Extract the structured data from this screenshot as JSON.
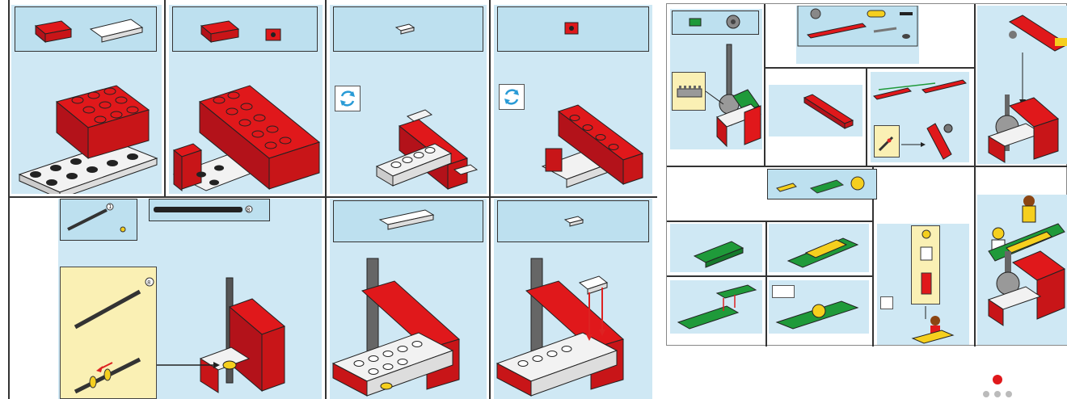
{
  "colors": {
    "panel_blue": "#cfe8f4",
    "header_blue": "#bde0ef",
    "brick_red": "#e0181b",
    "plate_green": "#1f9a3a",
    "tile_yellow": "#f5cf1e",
    "callout_yellow": "#faf0b4",
    "axle_gray": "#555555"
  },
  "left_sheet": {
    "steps": [
      {
        "parts": [
          "red-brick-2x4",
          "white-plate-2x6"
        ],
        "counts": []
      },
      {
        "parts": [
          "red-brick-2x4",
          "red-brick-1x1-technic"
        ],
        "counts": []
      },
      {
        "parts": [
          "white-plate-1x2"
        ],
        "counts": [],
        "rotate": true
      },
      {
        "parts": [
          "red-brick-1x1-technic"
        ],
        "counts": [],
        "rotate": true
      },
      {
        "parts": [
          "axle-short",
          "bush-yellow"
        ],
        "counts": [
          "1",
          "8"
        ],
        "callout_count": "8"
      },
      {
        "parts": [
          "white-plate-2x6"
        ],
        "counts": []
      },
      {
        "parts": [
          "white-plate-1x2"
        ],
        "counts": []
      }
    ]
  },
  "right_sheet": {
    "steps": [
      {
        "parts": [
          "green-plate-1x2",
          "gear"
        ]
      },
      {
        "parts": [
          "technic-beam",
          "axle",
          "gear",
          "yellow-tile"
        ]
      },
      {
        "parts": [
          "yellow-tile",
          "green-plate-2x4",
          "yellow-round"
        ]
      },
      {
        "parts": [
          "minifig"
        ]
      }
    ]
  }
}
